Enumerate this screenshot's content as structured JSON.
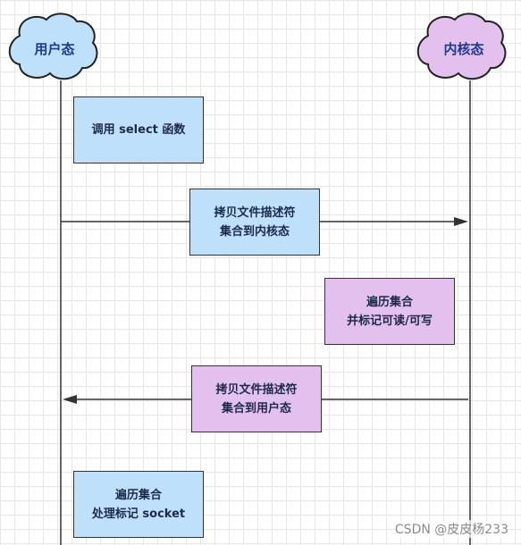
{
  "lanes": {
    "user": "用户态",
    "kernel": "内核态"
  },
  "steps": {
    "call_select": [
      "调用 select 函数"
    ],
    "copy_to_kernel": [
      "拷贝文件描述符",
      "集合到内核态"
    ],
    "kernel_traverse": [
      "遍历集合",
      "并标记可读/可写"
    ],
    "copy_to_user": [
      "拷贝文件描述符",
      "集合到用户态"
    ],
    "user_traverse": [
      "遍历集合",
      "处理标记 socket"
    ]
  },
  "watermark": "CSDN @皮皮杨233",
  "colors": {
    "user_fill": "#bfe0fb",
    "kernel_fill": "#e3c0ee",
    "line": "#333333"
  }
}
